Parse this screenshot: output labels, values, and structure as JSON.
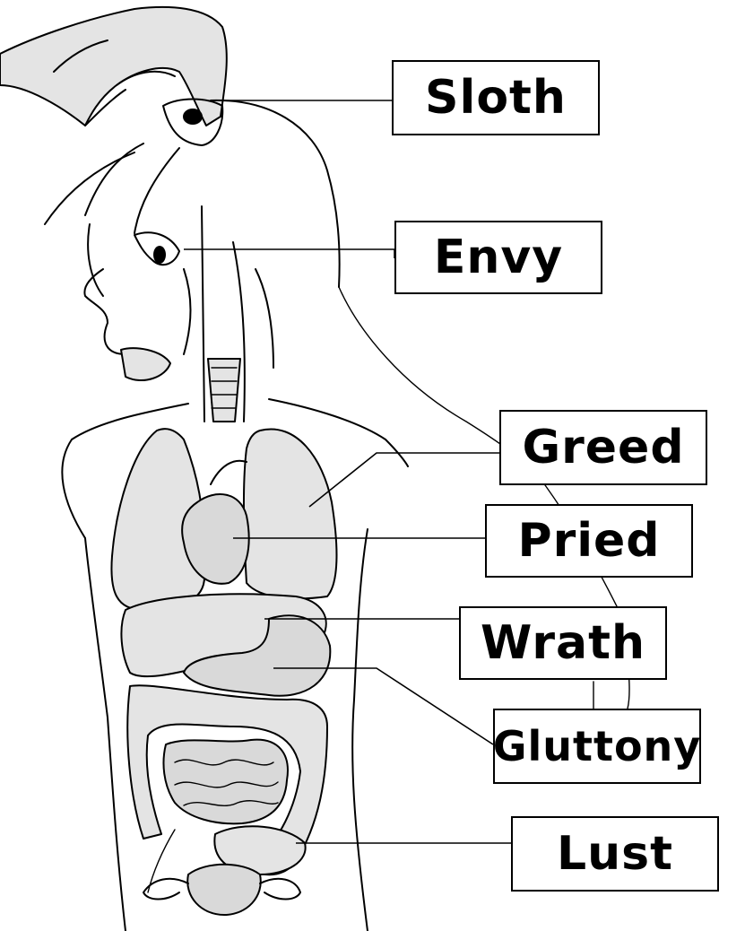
{
  "labels": [
    {
      "id": "sloth",
      "text": "Sloth"
    },
    {
      "id": "envy",
      "text": "Envy"
    },
    {
      "id": "greed",
      "text": "Greed"
    },
    {
      "id": "pried",
      "text": "Pried"
    },
    {
      "id": "wrath",
      "text": "Wrath"
    },
    {
      "id": "gluttony",
      "text": "Gluttony"
    },
    {
      "id": "lust",
      "text": "Lust"
    }
  ]
}
